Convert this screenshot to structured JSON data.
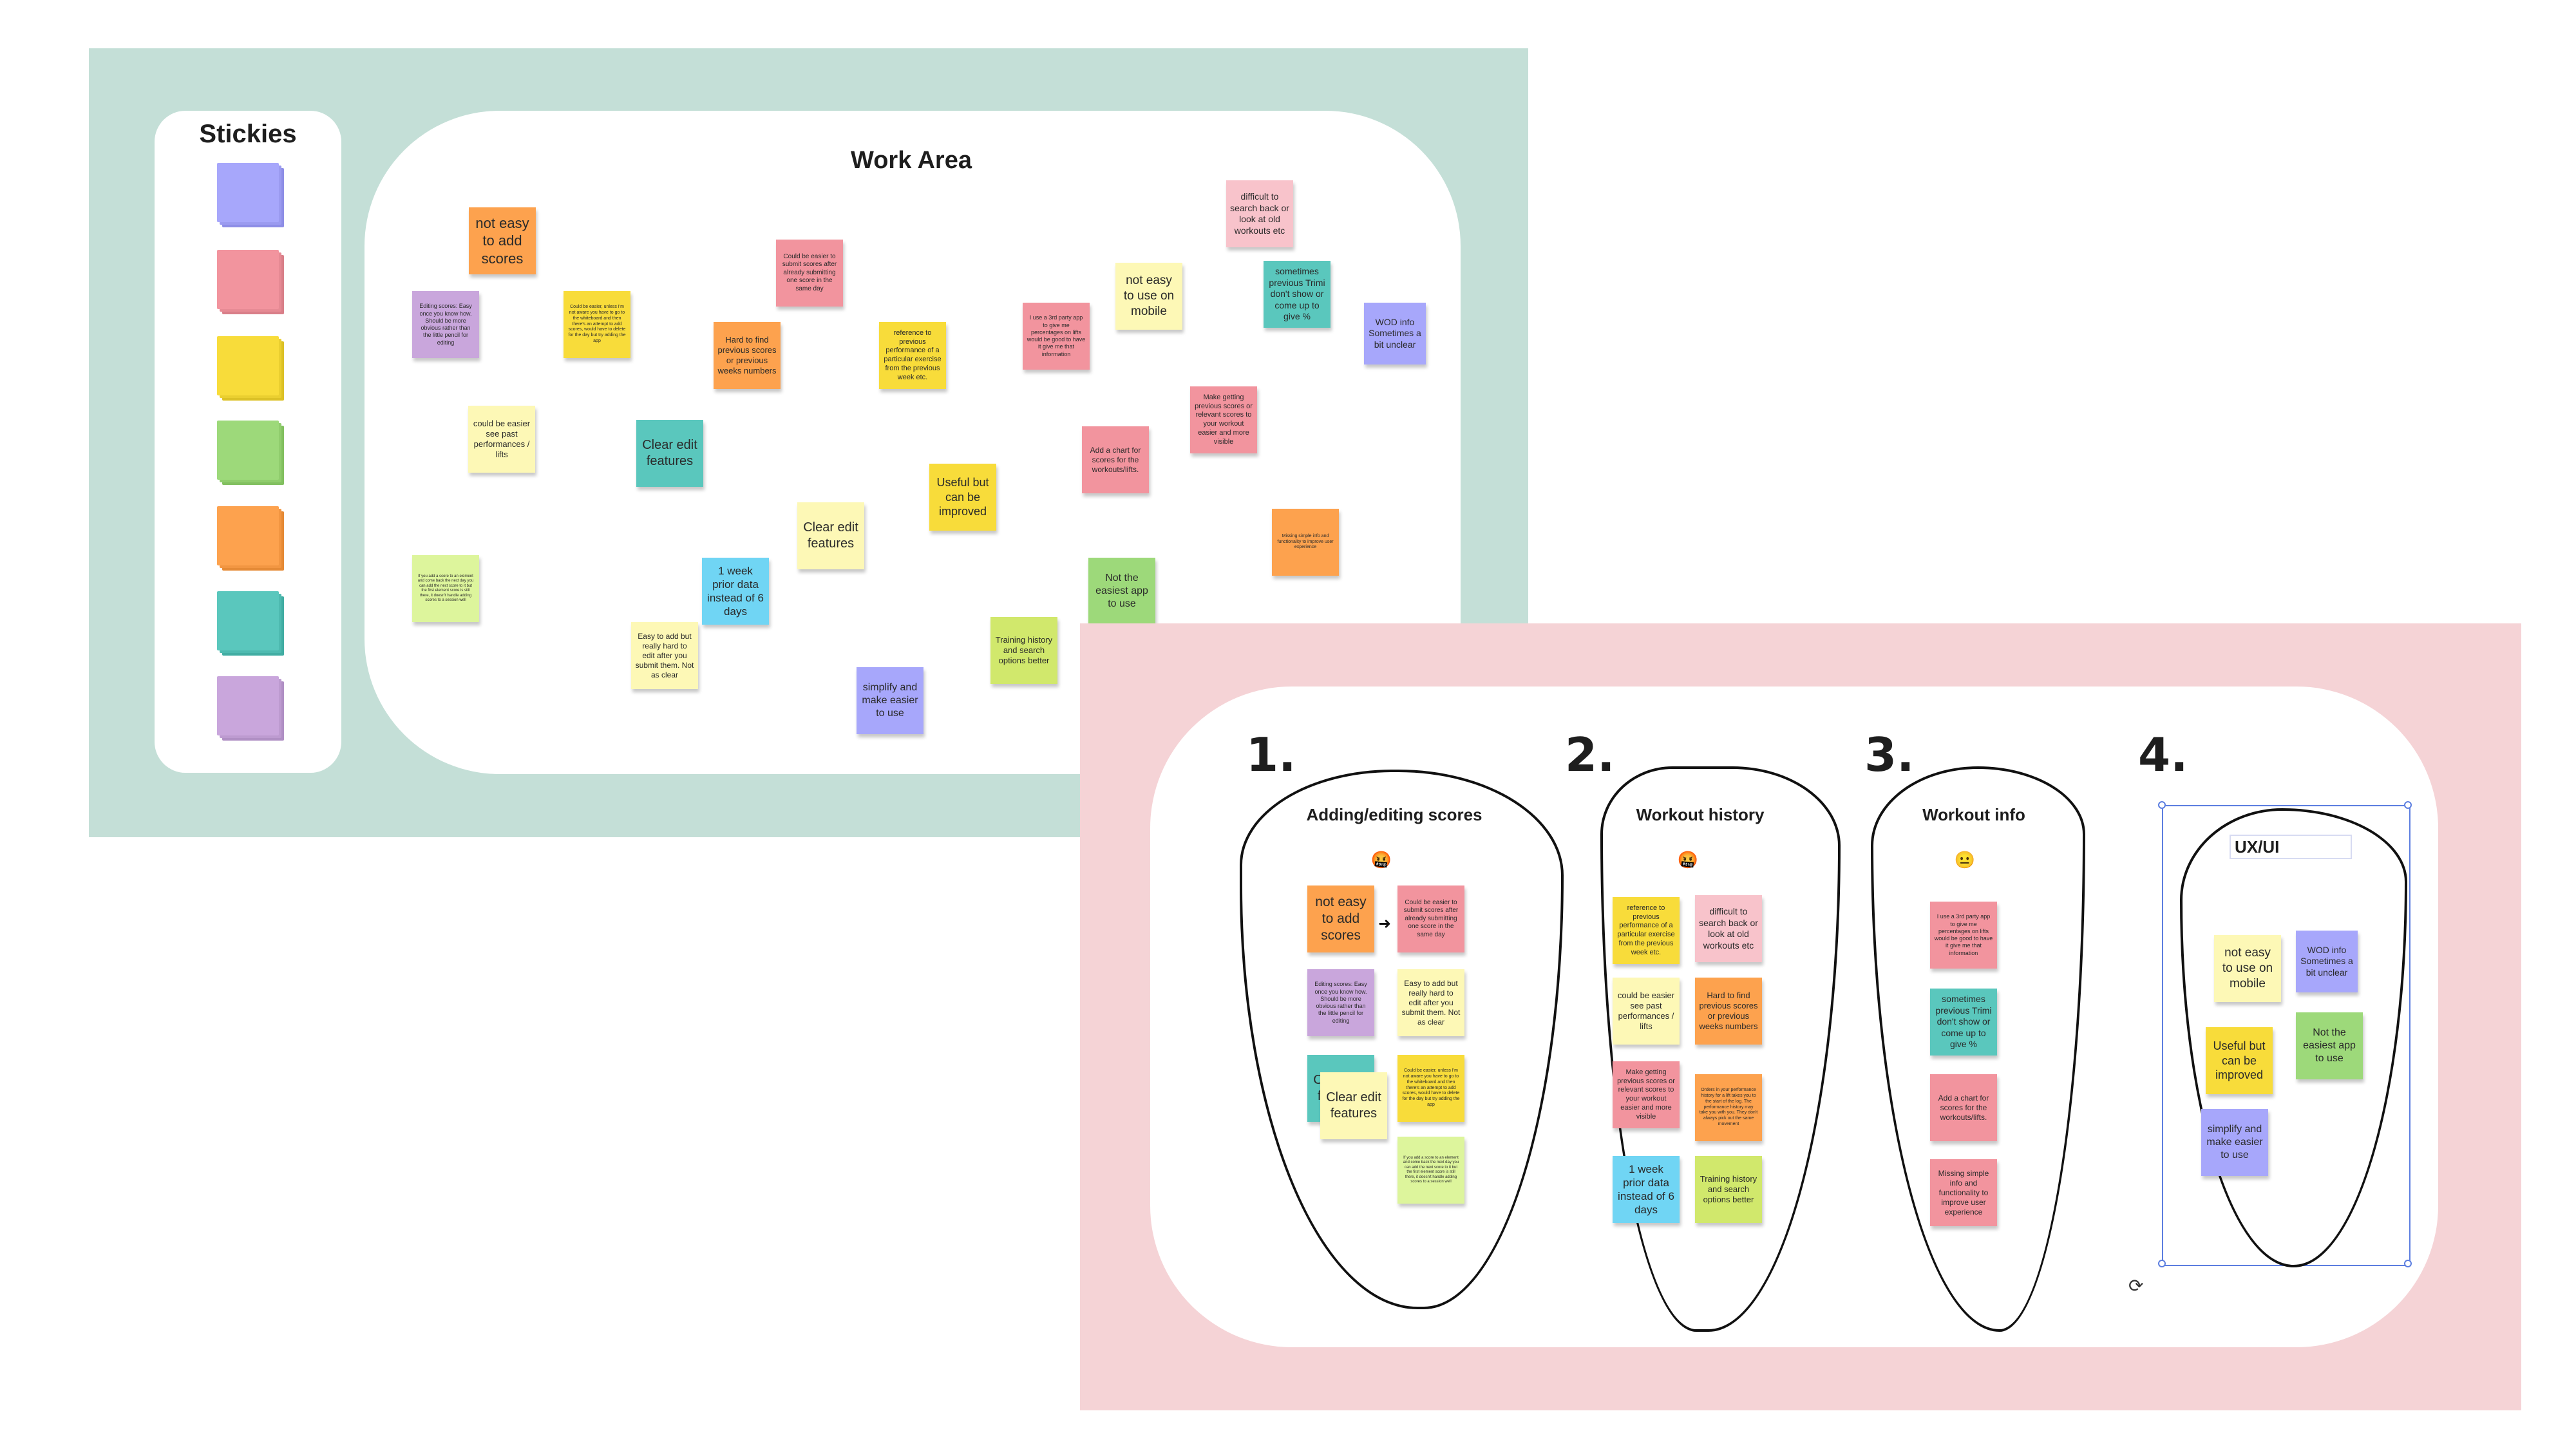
{
  "colors": {
    "board_top": "#c4dfd7",
    "board_bottom": "#f5d3d6",
    "purple": "#a7a7fb",
    "pink": "#f2949e",
    "yellow": "#f8dc3a",
    "green": "#9dd97a",
    "orange": "#fda24e",
    "teal": "#5ac7bd",
    "lavender": "#c9a6dc",
    "lightyellow": "#fdf8b6",
    "lightpink": "#f8c3cb",
    "lime": "#d1e86c",
    "lightgreen": "#ddf59c",
    "cyan": "#70d5f4"
  },
  "stickies_panel": {
    "title": "Stickies",
    "pads": [
      "purple",
      "pink",
      "yellow",
      "green",
      "orange",
      "teal",
      "lavender"
    ]
  },
  "work_area": {
    "title": "Work Area",
    "notes": [
      {
        "text": "not easy to add scores"
      },
      {
        "text": "Editing scores: Easy once you know how. Should be more obvious rather than the little pencil for editing"
      },
      {
        "text": "Could be easier, unless I'm not aware you have to go to the whiteboard and then there's an attempt to add scores, would have to delete for the day but try adding the app"
      },
      {
        "text": "Could be easier to submit scores after already submitting one score in the same day"
      },
      {
        "text": "Hard to find previous scores or previous weeks numbers"
      },
      {
        "text": "reference to previous performance of a particular exercise from the previous week etc."
      },
      {
        "text": "I use a 3rd party app to give me percentages on lifts would be good to have it give me that information"
      },
      {
        "text": "not easy to use on mobile"
      },
      {
        "text": "difficult to search back or look at old workouts etc"
      },
      {
        "text": "sometimes previous Trimi don't show or come up to give %"
      },
      {
        "text": "WOD info Sometimes a bit unclear"
      },
      {
        "text": "could be easier see past performances / lifts"
      },
      {
        "text": "Clear edit features"
      },
      {
        "text": "Make getting previous scores or relevant scores to your workout easier and more visible"
      },
      {
        "text": "Add a chart for scores for the workouts/lifts."
      },
      {
        "text": "Useful but can be improved"
      },
      {
        "text": "Clear edit features"
      },
      {
        "text": "Missing simple info and functionality to improve user experience"
      },
      {
        "text": "If you add a score to an element and come back the next day you can add the next score to it but the first element score is still there, it doesn't handle adding scores to a session well"
      },
      {
        "text": "1 week prior data instead of 6 days"
      },
      {
        "text": "Not the easiest app to use"
      },
      {
        "text": "Easy to add but really hard to edit after you submit them. Not as clear"
      },
      {
        "text": "Training history and search options better"
      },
      {
        "text": "simplify and make easier to use"
      }
    ]
  },
  "clusters": [
    {
      "number": "1.",
      "title": "Adding/editing scores",
      "emoji": "🤬",
      "notes": [
        {
          "text": "not easy to add scores"
        },
        {
          "text": "Could be easier to submit scores after already submitting one score in the same day"
        },
        {
          "text": "Editing scores: Easy once you know how. Should be more obvious rather than the little pencil for editing"
        },
        {
          "text": "Easy to add but really hard to edit after you submit them. Not as clear"
        },
        {
          "text": "Clear edit features"
        },
        {
          "text": "Clear edit features"
        },
        {
          "text": "Could be easier, unless I'm not aware you have to go to the whiteboard and then there's an attempt to add scores, would have to delete for the day but try adding the app"
        },
        {
          "text": "If you add a score to an element and come back the next day you can add the next score to it but the first element score is still there, it doesn't handle adding scores to a session well"
        }
      ]
    },
    {
      "number": "2.",
      "title": "Workout history",
      "emoji": "🤬",
      "notes": [
        {
          "text": "reference to previous performance of a particular exercise from the previous week etc."
        },
        {
          "text": "difficult to search back or look at old workouts etc"
        },
        {
          "text": "could be easier see past performances / lifts"
        },
        {
          "text": "Hard to find previous scores or previous weeks numbers"
        },
        {
          "text": "Make getting previous scores or relevant scores to your workout easier and more visible"
        },
        {
          "text": "Orders in your performance history for a lift takes you to the start of the log. The performance history may take you with you. They don't always pick out the same movement"
        },
        {
          "text": "1 week prior data instead of 6 days"
        },
        {
          "text": "Training history and search options better"
        }
      ]
    },
    {
      "number": "3.",
      "title": "Workout  info",
      "emoji": "😐",
      "notes": [
        {
          "text": "I use a 3rd party app to give me percentages on lifts would be good to have it give me that information"
        },
        {
          "text": "sometimes previous Trimi don't show or come up to give %"
        },
        {
          "text": "Add a chart for scores for the workouts/lifts."
        },
        {
          "text": "Missing simple info and functionality to improve user experience"
        }
      ]
    },
    {
      "number": "4.",
      "title": "UX/UI",
      "notes": [
        {
          "text": "not easy to use on mobile"
        },
        {
          "text": "WOD info Sometimes a bit unclear"
        },
        {
          "text": "Useful but can be improved"
        },
        {
          "text": "Not the easiest app to use"
        },
        {
          "text": "simplify and make easier to use"
        }
      ]
    }
  ]
}
